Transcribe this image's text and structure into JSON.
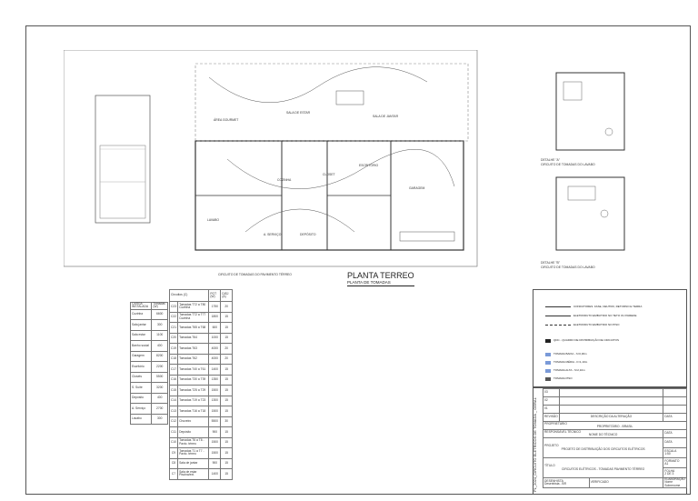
{
  "plan": {
    "title": "PLANTA TERREO",
    "subtitle": "PLANTA DE TOMADAS",
    "caption": "CIRCUITO DE TOMADAS DO PAVIMENTO TÉRREO",
    "rooms": [
      "ÁREA GOURMET",
      "SALA DE ESTAR",
      "SALA DE JANTAR",
      "COZINHA",
      "ESCRITÓRIO",
      "GARAGEM",
      "LAVABO",
      "DEPÓSITO",
      "A. SERVIÇO",
      "CLOSET"
    ],
    "detail_a": "DETALHE \"A\"",
    "detail_a_caption": "CIRCUITO DE TOMADAS DO LAVABO",
    "detail_b": "DETALHE \"B\"",
    "detail_b_caption": "CIRCUITO DE TOMADAS DO LAVABO"
  },
  "load_table": {
    "headers": [
      "CARGA INSTALADA",
      "Tomadas (W)"
    ],
    "rows": [
      [
        "Cozinha",
        "6600"
      ],
      [
        "Sala jantar",
        "300"
      ],
      [
        "Sala estar",
        "1100"
      ],
      [
        "Banho social",
        "400"
      ],
      [
        "Garagem",
        "8200"
      ],
      [
        "Escritório",
        "2200"
      ],
      [
        "Closets",
        "5500"
      ],
      [
        "S. Suíte",
        "3200"
      ],
      [
        "Depósito",
        "400"
      ],
      [
        "A. Serviço",
        "2700"
      ],
      [
        "Lavabo",
        "300"
      ]
    ]
  },
  "circuit_table": {
    "headers": [
      "Circuitos (C)",
      "",
      "POT (W)",
      "DISJ (A)"
    ],
    "rows": [
      [
        "C23",
        "Tomadas T72 a T80 Cozinha",
        "1750",
        "20"
      ],
      [
        "C22",
        "Tomadas T72 a T77 Cozinha",
        "1800",
        "15"
      ],
      [
        "C21",
        "Tomadas T65 a T68",
        "600",
        "15"
      ],
      [
        "C20",
        "Tomadas T64",
        "1000",
        "15"
      ],
      [
        "C19",
        "Tomadas T63",
        "4000",
        "20"
      ],
      [
        "C18",
        "Tomadas T62",
        "4000",
        "20"
      ],
      [
        "C17",
        "Tomadas T40 a T61",
        "1400",
        "15"
      ],
      [
        "C16",
        "Tomadas T30 a T39",
        "1350",
        "15"
      ],
      [
        "C15",
        "Tomadas T25 a T29",
        "1500",
        "15"
      ],
      [
        "C14",
        "Tomadas T19 a T23",
        "1300",
        "15"
      ],
      [
        "C13",
        "Tomadas T16 a T18",
        "1500",
        "15"
      ],
      [
        "C12",
        "Chuveiro",
        "5500",
        "30"
      ],
      [
        "C11",
        "Depósito",
        "900",
        "15"
      ],
      [
        "C10",
        "Tomadas T6 a T8 - Pavto. térreo",
        "1500",
        "15"
      ],
      [
        "C9",
        "Tomadas T1 a T7 - Pavto. térreo",
        "1500",
        "15"
      ],
      [
        "C8",
        "Sala de jantar",
        "900",
        "15"
      ],
      [
        "C7",
        "Sala de estar Piscina/ext.",
        "1400",
        "15"
      ]
    ]
  },
  "legend": [
    "CONDUTORES: FASE, NEUTRO, RETORNO E TERRA",
    "ELETRODUTO EMBUTIDO NO TETO OU PAREDE",
    "ELETRODUTO EMBUTIDO NO PISO",
    "QDC - QUADRO DE DISTRIBUIÇÃO DE CIRCUITOS",
    "TOMADA BAIXA - h=0,30m",
    "TOMADA MÉDIA - h=1,10m",
    "TOMADA ALTA - h=2,10m",
    "TOMADA PISO"
  ],
  "title_block": {
    "sheet_name": "PL_2024_CIRCUITO ELETRICOS DE TOMADA _ GERAL",
    "revisions": [
      "03",
      "02",
      "01"
    ],
    "rev_header": "REVISÃO",
    "desc_header": "DESCRIÇÃO DA ALTERAÇÃO",
    "date_header": "DATA",
    "owner_label": "PROPRIETÁRIO",
    "owner_value": "PROPRIETÁRIO - BRASIL",
    "tech_label": "RESPONSÁVEL TÉCNICO",
    "tech_value": "NOME DO TÉCNICO",
    "date_label": "DATA",
    "project_label": "PROJETO",
    "project_value": "PROJETO DE DISTRIBUIÇÃO DOS CIRCUITOS ELÉTRICOS",
    "scale_label": "ESCALA",
    "scale_value": "1:50",
    "title_label": "TÍTULO",
    "title_value": "CIRCUITOS ELÉTRICOS - TOMADAS PAVIMENTO TÉRREO",
    "format_label": "FORMATO",
    "format_value": "A1",
    "sheet_label": "FOLHA",
    "sheet_value": "2 DE 3",
    "drafter_label": "DESENHISTA",
    "drafter_value": "Desenhista - BR",
    "checked_label": "VERIFICADO",
    "elab_label": "ELABORAÇÃO",
    "elab_value": "Nome Sobrenome"
  }
}
